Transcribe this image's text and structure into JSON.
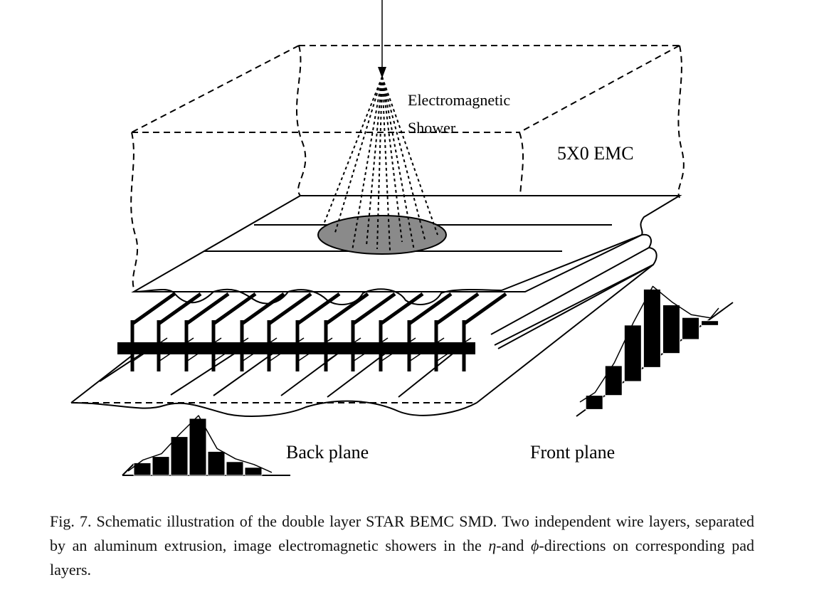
{
  "labels": {
    "shower": [
      "Electromagnetic",
      "Shower"
    ],
    "emc": "5X0 EMC",
    "back_plane": "Back plane",
    "front_plane": "Front plane"
  },
  "caption": {
    "part1": "Fig. 7. Schematic illustration of the double layer STAR BEMC SMD. Two independent wire layers, separated by an aluminum extrusion, image electromagnetic showers in the ",
    "eta": "η",
    "part2": "-and ",
    "phi": "ϕ",
    "part3": "-directions on corresponding pad layers."
  },
  "back_plane_histogram": [
    0.22,
    0.33,
    0.68,
    1.0,
    0.42,
    0.24,
    0.14
  ],
  "front_plane_histogram": [
    0.18,
    0.38,
    0.72,
    1.0,
    0.62,
    0.28,
    0.06
  ],
  "colors": {
    "ink": "#000000",
    "shower_spot": "#8a8a8a"
  }
}
